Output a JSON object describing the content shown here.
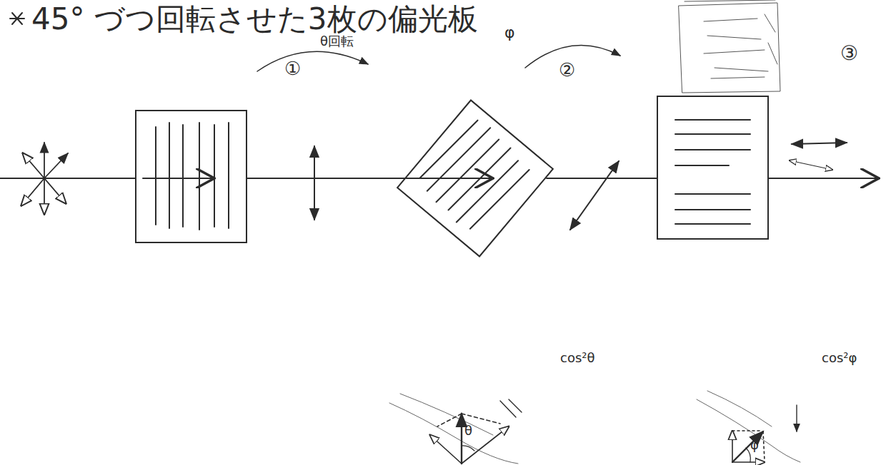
{
  "diagram": {
    "title": "45° づつ回転させた3枚の偏光板",
    "labels": [
      "①",
      "θ回転",
      "φ",
      "②",
      "③",
      "cos²θ",
      "cos²φ",
      "θ",
      "φ"
    ]
  }
}
